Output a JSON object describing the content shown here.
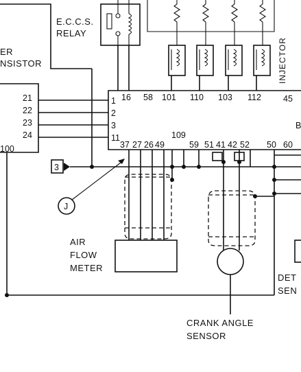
{
  "labels": {
    "eccs_relay_line1": "E.C.C.S.",
    "eccs_relay_line2": "RELAY",
    "transistor_line1": "ER",
    "transistor_line2": "NSISTOR",
    "injector": "INJECTOR",
    "air_flow_line1": "AIR",
    "air_flow_line2": "FLOW",
    "air_flow_line3": "METER",
    "crank_line1": "CRANK ANGLE",
    "crank_line2": "SENSOR",
    "det_line1": "DET",
    "det_line2": "SEN",
    "connector_3": "3",
    "junction_j": "J",
    "cut_b": "B"
  },
  "pins": {
    "left_unit": [
      "21",
      "22",
      "23",
      "24"
    ],
    "left_unit_bottom": "100",
    "ecu_left": [
      "1",
      "2",
      "3",
      "11"
    ],
    "ecu_top": [
      "16",
      "58",
      "101",
      "110",
      "103",
      "112",
      "45"
    ],
    "ecu_bottom": [
      "37",
      "27",
      "26",
      "49",
      "59",
      "51",
      "41",
      "42",
      "52",
      "50",
      "60"
    ],
    "ecu_bottom_109": "109"
  }
}
